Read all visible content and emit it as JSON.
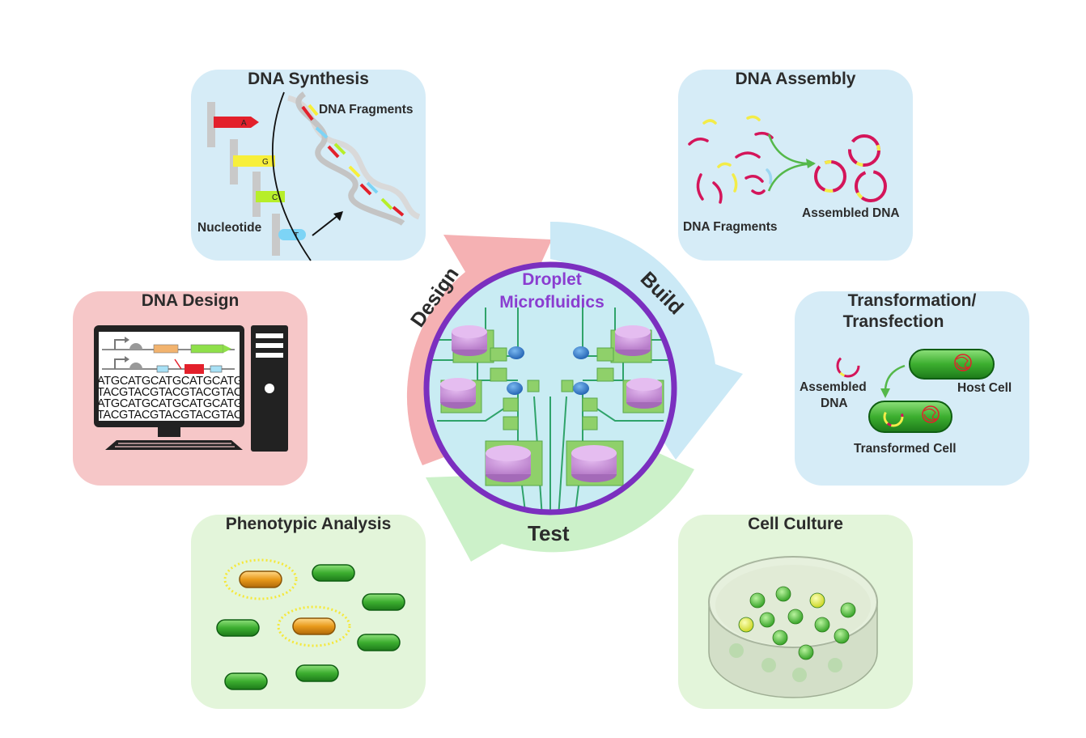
{
  "center": {
    "title_line1": "Droplet",
    "title_line2": "Microfluidics",
    "arc_design": "Design",
    "arc_build": "Build",
    "arc_test": "Test"
  },
  "panels": {
    "dna_synthesis": {
      "title": "DNA Synthesis",
      "fragments_label": "DNA Fragments",
      "nucleotide_label": "Nucleotide",
      "bases": [
        "A",
        "G",
        "C",
        "T"
      ]
    },
    "dna_assembly": {
      "title": "DNA Assembly",
      "fragments_label": "DNA Fragments",
      "assembled_label": "Assembled DNA"
    },
    "dna_design": {
      "title": "DNA Design",
      "sequences": [
        "ATGCATGCATGCATGCATGC",
        "TACGTACGTACGTACGTACG",
        "ATGCATGCATGCATGCATGC",
        "TACGTACGTACGTACGTACG"
      ]
    },
    "transformation": {
      "title_line1": "Transformation/",
      "title_line2": "Transfection",
      "assembled_line1": "Assembled",
      "assembled_line2": "DNA",
      "host_label": "Host Cell",
      "transformed_label": "Transformed Cell"
    },
    "phenotypic": {
      "title": "Phenotypic Analysis"
    },
    "cell_culture": {
      "title": "Cell Culture"
    }
  },
  "colors": {
    "synthesis_bg": "#d6ecf7",
    "assembly_bg": "#d6ecf7",
    "design_bg": "#f6c7c8",
    "transformation_bg": "#d6ecf7",
    "phenotypic_bg": "#e3f5da",
    "culture_bg": "#e3f5da",
    "arrow_design": "#f4a8ab",
    "arrow_build": "#c8e8f6",
    "arrow_test": "#c9f0c6",
    "circle_ring": "#7b2fbf",
    "center_title": "#8a3dd0"
  }
}
